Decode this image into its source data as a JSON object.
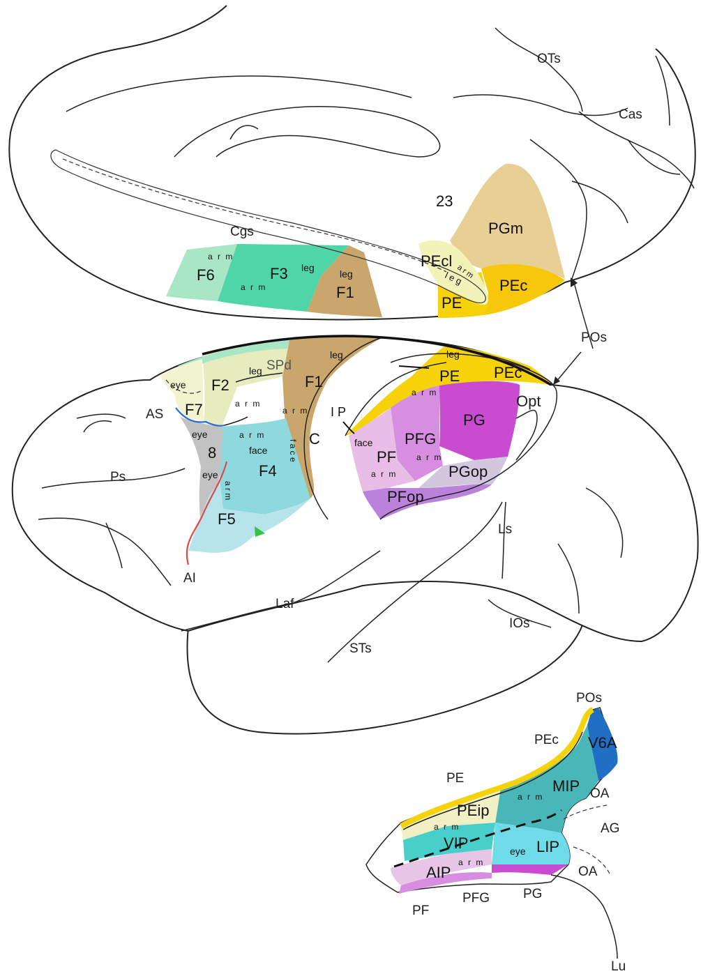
{
  "colors": {
    "F1": "#c9a66b",
    "F2": "#e6ecbe",
    "F3": "#4fd5a8",
    "F6": "#a8e6c6",
    "F4F5": "#8ed9de",
    "F5light": "#b7e4ea",
    "F7": "#f1f4cf",
    "area8": "#c2c2c2",
    "PE": "#f6d20a",
    "PEc": "#f6c70a",
    "PEcl": "#f3f3b9",
    "PGm": "#e8cf96",
    "PG": "#c84bd0",
    "PFG": "#d88ee0",
    "PF": "#e8bde6",
    "PGop": "#d3c7dd",
    "PFop": "#bb82db",
    "V6A": "#1f6fc4",
    "MIP": "#49b6b8",
    "LIP": "#6fdbe8",
    "VIP": "#49cfc9",
    "PEip": "#f0f0c4",
    "AIP": "#e6c5e7",
    "AS_line": "#2a6bd6",
    "AI_line": "#e04848",
    "arrow_green": "#35c24a"
  },
  "medial": {
    "labels": {
      "F6": "F6",
      "F3": "F3",
      "F1": "F1",
      "area23": "23",
      "PGm": "PGm",
      "PEcl": "PEcl",
      "PE": "PE",
      "PEc": "PEc",
      "arm1": "a r m",
      "arm2": "a r m",
      "leg1": "leg",
      "leg2": "leg",
      "arm_small": "a r m",
      "leg_small": "l e g"
    },
    "sulci": {
      "Cgs": "Cgs",
      "OTs": "OTs",
      "Cas": "Cas"
    }
  },
  "lateral": {
    "labels": {
      "F2": "F2",
      "F7": "F7",
      "eye_top": "eye",
      "leg": "leg",
      "SPd": "SPd",
      "F1": "F1",
      "F1_leg": "leg",
      "arm_F2": "a r m",
      "arm_F1": "a r m",
      "eye_8a": "eye",
      "eye_8b": "eye",
      "area8": "8",
      "arm_F4": "a r m",
      "face_F4": "face",
      "F4": "F4",
      "face_vert": "f a c e",
      "arm_vert": "a r m",
      "F5": "F5",
      "C": "C",
      "PE": "PE",
      "PEc": "PEc",
      "PE_leg": "leg",
      "PE_arm": "a r m",
      "PG": "PG",
      "PFG": "PFG",
      "PFG_arm": "a r m",
      "PF": "PF",
      "PF_face": "face",
      "PF_arm": "a r m",
      "PGop": "PGop",
      "PFop": "PFop",
      "IP": "I P",
      "Opt": "Opt"
    },
    "sulci": {
      "AS": "AS",
      "Ps": "Ps",
      "AI": "AI",
      "Laf": "Laf",
      "STs": "STs",
      "Ls": "Ls",
      "IOs": "IOs",
      "POs": "POs"
    }
  },
  "inset": {
    "labels": {
      "V6A": "V6A",
      "MIP": "MIP",
      "MIP_arm": "a r m",
      "PEip": "PEip",
      "PEip_arm": "a r m",
      "VIP": "VIP",
      "LIP": "LIP",
      "LIP_eye": "eye",
      "AIP": "AIP",
      "AIP_arm": "a r m"
    },
    "outer": {
      "POs": "POs",
      "PEc": "PEc",
      "PE": "PE",
      "OA1": "OA",
      "AG": "AG",
      "OA2": "OA",
      "PF": "PF",
      "PFG": "PFG",
      "PG": "PG",
      "Lu": "Lu"
    }
  }
}
